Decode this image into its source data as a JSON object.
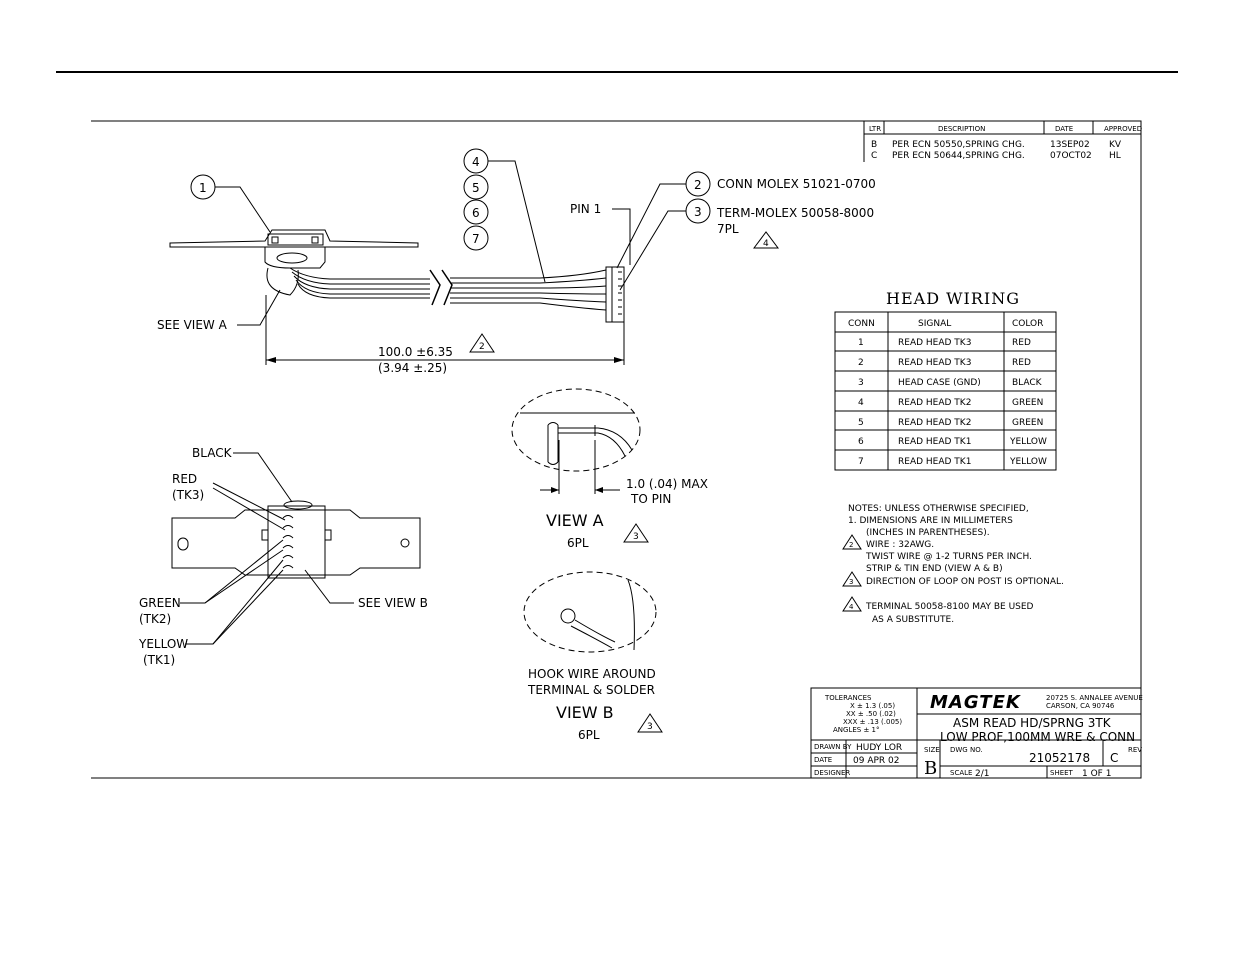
{
  "revision_table": {
    "headers": [
      "LTR",
      "DESCRIPTION",
      "DATE",
      "APPROVED"
    ],
    "rows": [
      {
        "ltr": "B",
        "description": "PER ECN 50550,SPRING CHG.",
        "date": "13SEP02",
        "approved": "KV"
      },
      {
        "ltr": "C",
        "description": "PER ECN 50644,SPRING CHG.",
        "date": "07OCT02",
        "approved": "HL"
      }
    ]
  },
  "callouts": {
    "item_1": "1",
    "item_4": "4",
    "item_5": "5",
    "item_6": "6",
    "item_7": "7",
    "item_2": "2",
    "item_3": "3"
  },
  "labels": {
    "conn": "CONN MOLEX 51021-0700",
    "term": "TERM-MOLEX 50058-8000",
    "term_qty": "7PL",
    "note4_flag": "4",
    "pin1": "PIN 1",
    "see_view_a": "SEE VIEW A",
    "dim_mm": "100.0 ±6.35",
    "dim_in": "(3.94 ±.25)",
    "dim_flag": "2",
    "black": "BLACK",
    "red": "RED",
    "red_tk": "(TK3)",
    "green": "GREEN",
    "green_tk": "(TK2)",
    "yellow": "YELLOW",
    "yellow_tk": "(TK1)",
    "see_view_b": "SEE VIEW B",
    "max_to_pin_1": "1.0 (.04) MAX",
    "max_to_pin_2": "TO PIN",
    "view_a": "VIEW A",
    "view_a_qty": "6PL",
    "view_a_flag": "3",
    "hook_1": "HOOK WIRE AROUND",
    "hook_2": "TERMINAL & SOLDER",
    "view_b": "VIEW B",
    "view_b_qty": "6PL",
    "view_b_flag": "3"
  },
  "head_wiring": {
    "title": "HEAD WIRING",
    "headers": [
      "CONN",
      "SIGNAL",
      "COLOR"
    ],
    "rows": [
      {
        "conn": "1",
        "signal": "READ HEAD TK3",
        "color": "RED"
      },
      {
        "conn": "2",
        "signal": "READ HEAD TK3",
        "color": "RED"
      },
      {
        "conn": "3",
        "signal": "HEAD CASE (GND)",
        "color": "BLACK"
      },
      {
        "conn": "4",
        "signal": "READ HEAD TK2",
        "color": "GREEN"
      },
      {
        "conn": "5",
        "signal": "READ HEAD TK2",
        "color": "GREEN"
      },
      {
        "conn": "6",
        "signal": "READ HEAD TK1",
        "color": "YELLOW"
      },
      {
        "conn": "7",
        "signal": "READ HEAD TK1",
        "color": "YELLOW"
      }
    ]
  },
  "notes": {
    "line1": "NOTES: UNLESS OTHERWISE SPECIFIED,",
    "line2": "1. DIMENSIONS ARE IN MILLIMETERS",
    "line3": "(INCHES IN PARENTHESES).",
    "flag2": "2",
    "line4": "WIRE : 32AWG.",
    "line5": "TWIST WIRE @ 1-2 TURNS PER INCH.",
    "line6": "STRIP & TIN END (VIEW A & B)",
    "flag3": "3",
    "line7": "DIRECTION OF LOOP ON POST IS OPTIONAL.",
    "flag4": "4",
    "line8": "TERMINAL 50058-8100 MAY BE USED",
    "line9": "AS A SUBSTITUTE."
  },
  "title_block": {
    "tolerances_title": "TOLERANCES",
    "tol_x": "X ± 1.3 (.05)",
    "tol_xx": "XX ± .50 (.02)",
    "tol_xxx": "XXX ± .13 (.005)",
    "tol_angles": "ANGLES ± 1°",
    "company": "MAGTEK",
    "address1": "20725 S. ANNALEE AVENUE",
    "address2": "CARSON, CA 90746",
    "title1": "ASM READ HD/SPRNG 3TK",
    "title2": "LOW PROF,100MM WRE & CONN",
    "drawn_by_label": "DRAWN BY",
    "drawn_by": "HUDY LOR",
    "date_label": "DATE",
    "date": "09 APR 02",
    "designer_label": "DESIGNER",
    "designer": "",
    "size_label": "SIZE",
    "size": "B",
    "dwg_label": "DWG NO.",
    "dwg_no": "21052178",
    "rev_label": "REV",
    "rev": "C",
    "scale_label": "SCALE",
    "scale": "2/1",
    "sheet_label": "SHEET",
    "sheet": "1 OF 1"
  }
}
